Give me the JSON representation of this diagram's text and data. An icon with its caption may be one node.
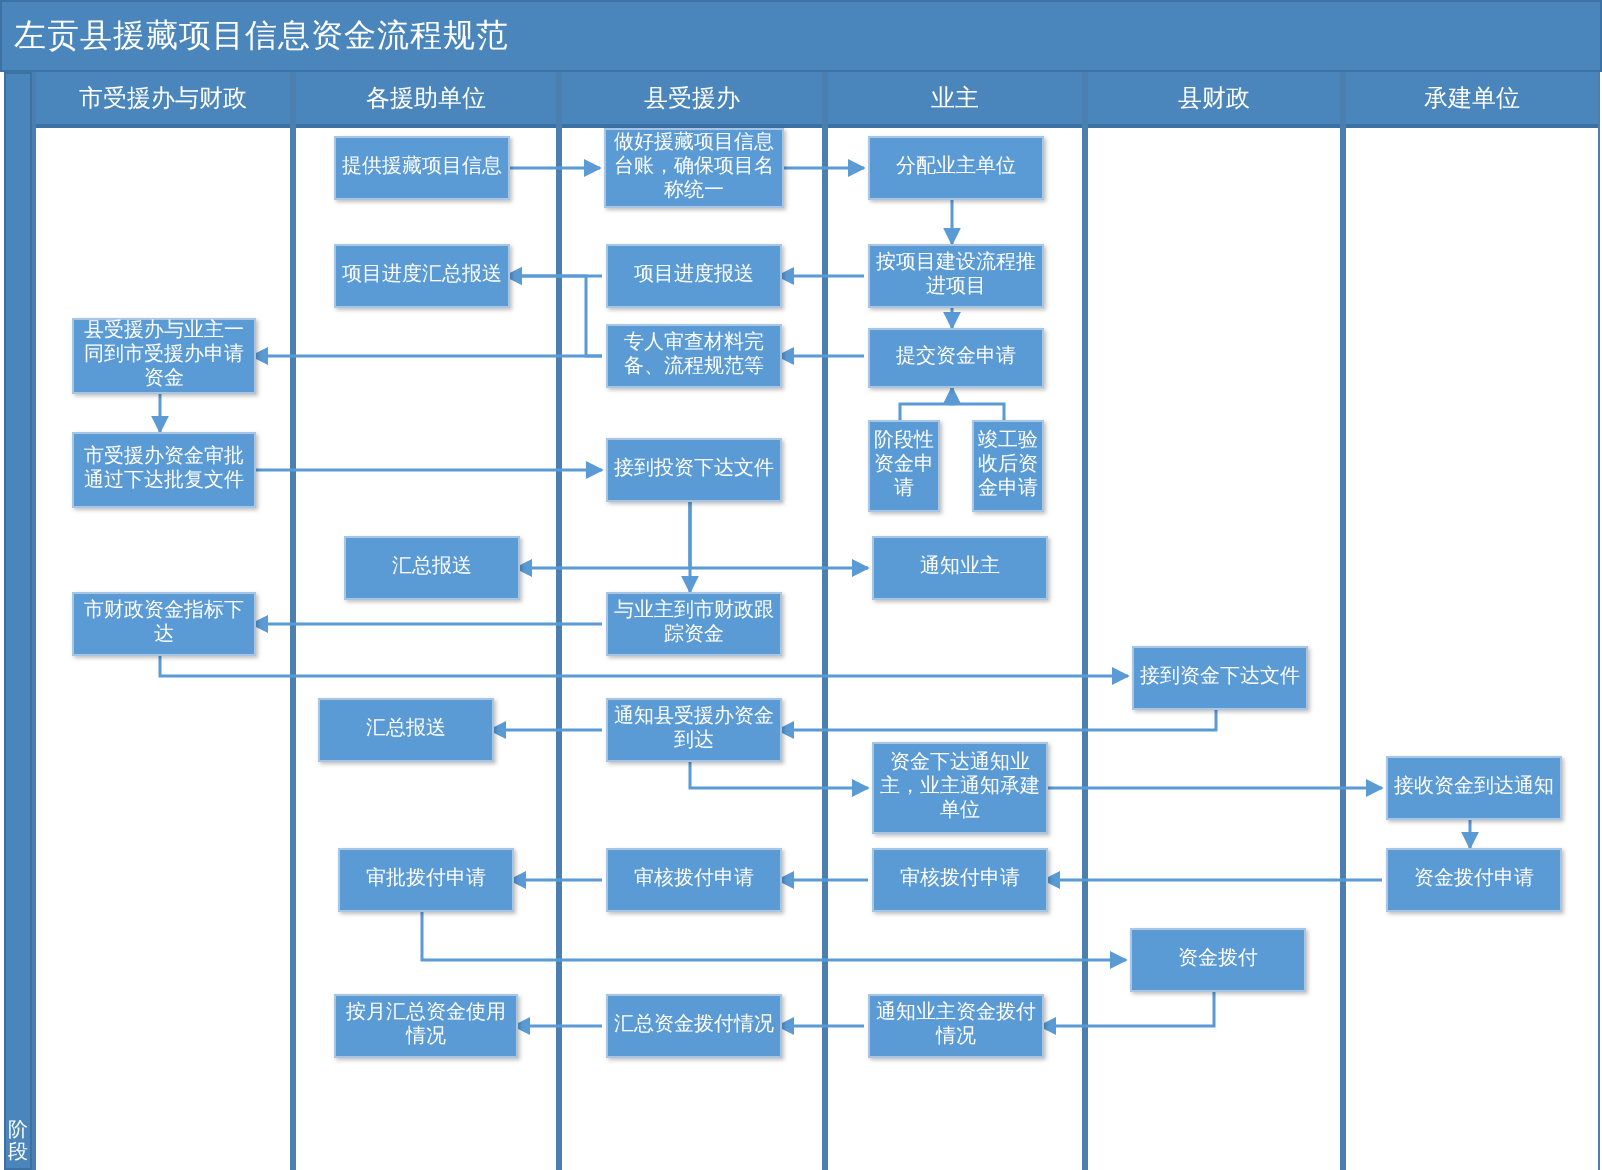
{
  "diagram": {
    "title": "左贡县援藏项目信息资金流程规范",
    "nodes": [
      {
        "text": [
          "市受援办与财政"
        ]
      },
      {
        "text": [
          "各援助单位"
        ]
      },
      {
        "text": [
          "县受援办"
        ]
      },
      {
        "text": [
          "业主"
        ]
      },
      {
        "text": [
          "县财政"
        ]
      },
      {
        "text": [
          "承建单位"
        ]
      },
      {
        "text": [
          "提供援藏项目信息"
        ],
        "in": 1
      },
      {
        "text": [
          "做好援藏项目信息台账，确保项目名称统一"
        ],
        "in": 2
      },
      {
        "text": [
          "分配业主单位"
        ],
        "in": 3
      },
      {
        "text": [
          "项目进度汇总报送"
        ],
        "in": 1
      },
      {
        "text": [
          "项目进度报送"
        ],
        "in": 2
      },
      {
        "text": [
          "按项目建设流程推进项目"
        ],
        "in": 3
      },
      {
        "text": [
          "县受援办与业主一同到市受援办申请资金"
        ],
        "in": 0
      },
      {
        "text": [
          "专人审查材料完备、流程规范等"
        ],
        "in": 2
      },
      {
        "text": [
          "提交资金申请"
        ],
        "in": 3
      },
      {
        "text": [
          "阶段性资金申请"
        ],
        "in": 3
      },
      {
        "text": [
          "竣工验收后资金申请"
        ],
        "in": 3
      },
      {
        "text": [
          "市受援办资金审批通过下达批复文件"
        ],
        "in": 0
      },
      {
        "text": [
          "接到投资下达文件"
        ],
        "in": 2
      },
      {
        "text": [
          "汇总报送"
        ],
        "in": 1
      },
      {
        "text": [
          "通知业主"
        ],
        "in": 3
      },
      {
        "text": [
          "市财政资金指标下达"
        ],
        "in": 0
      },
      {
        "text": [
          "与业主到市财政跟踪资金"
        ],
        "in": 2
      },
      {
        "text": [
          "接到资金下达文件"
        ],
        "in": 4
      },
      {
        "text": [
          "汇总报送"
        ],
        "in": 1
      },
      {
        "text": [
          "通知县受援办资金到达"
        ],
        "in": 2
      },
      {
        "text": [
          "资金下达通知业主，业主通知承建单位"
        ],
        "in": 3
      },
      {
        "text": [
          "接收资金到达通知"
        ],
        "in": 5
      },
      {
        "text": [
          "审批拨付申请"
        ],
        "in": 1
      },
      {
        "text": [
          "审核拨付申请"
        ],
        "in": 2
      },
      {
        "text": [
          "审核拨付申请"
        ],
        "in": 3
      },
      {
        "text": [
          "资金拨付申请"
        ],
        "in": 5
      },
      {
        "text": [
          "资金拨付"
        ],
        "in": 4
      },
      {
        "text": [
          "按月汇总资金使用情况"
        ],
        "in": 1
      },
      {
        "text": [
          "汇总资金拨付情况"
        ],
        "in": 2
      },
      {
        "text": [
          "通知业主资金拨付情况"
        ],
        "in": 3
      },
      {
        "text": [
          "阶段"
        ]
      }
    ],
    "edges": [
      {
        "from": 6,
        "to": 7,
        "arrow": "to"
      },
      {
        "from": 7,
        "to": 8,
        "arrow": "to"
      },
      {
        "from": 8,
        "to": 11,
        "arrow": "to"
      },
      {
        "from": 11,
        "to": 10,
        "arrow": "to"
      },
      {
        "from": 10,
        "to": 9,
        "arrow": "to"
      },
      {
        "from": 13,
        "to": 9,
        "arrow": "to"
      },
      {
        "from": 13,
        "to": 12,
        "arrow": "to"
      },
      {
        "from": 14,
        "to": 13,
        "arrow": "to"
      },
      {
        "from": 11,
        "to": 14,
        "arrow": "to"
      },
      {
        "from": 15,
        "to": 14,
        "arrow": "to"
      },
      {
        "from": 16,
        "to": 14,
        "arrow": "to"
      },
      {
        "from": 12,
        "to": 17,
        "arrow": "to"
      },
      {
        "from": 17,
        "to": 18,
        "arrow": "to"
      },
      {
        "from": 18,
        "to": 22,
        "arrow": "to"
      },
      {
        "from": 18,
        "to": 19,
        "arrow": "to"
      },
      {
        "from": 18,
        "to": 20,
        "arrow": "to"
      },
      {
        "from": 22,
        "to": 21,
        "arrow": "to"
      },
      {
        "from": 21,
        "to": 23,
        "arrow": "to"
      },
      {
        "from": 23,
        "to": 25,
        "arrow": "to"
      },
      {
        "from": 25,
        "to": 24,
        "arrow": "to"
      },
      {
        "from": 25,
        "to": 26,
        "arrow": "to"
      },
      {
        "from": 26,
        "to": 27,
        "arrow": "to"
      },
      {
        "from": 27,
        "to": 31,
        "arrow": "to"
      },
      {
        "from": 31,
        "to": 30,
        "arrow": "to"
      },
      {
        "from": 30,
        "to": 29,
        "arrow": "to"
      },
      {
        "from": 29,
        "to": 28,
        "arrow": "to"
      },
      {
        "from": 28,
        "to": 32,
        "arrow": "to"
      },
      {
        "from": 32,
        "to": 35,
        "arrow": "to"
      },
      {
        "from": 35,
        "to": 34,
        "arrow": "to"
      },
      {
        "from": 34,
        "to": 33,
        "arrow": "to"
      }
    ]
  }
}
